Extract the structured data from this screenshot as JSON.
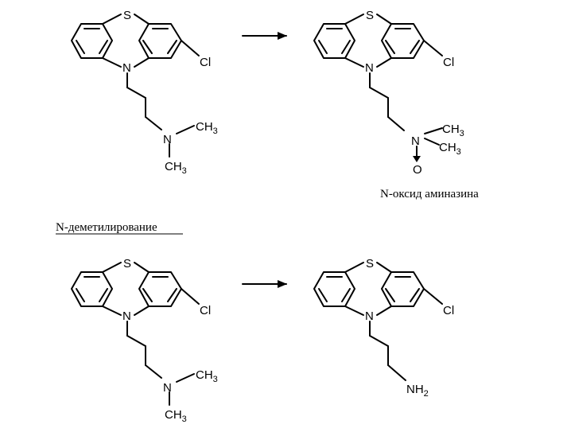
{
  "atoms": {
    "sulfur": "S",
    "nitrogen": "N",
    "chlorine": "Cl",
    "oxygen": "O",
    "methyl": "CH",
    "methyl_sub": "3",
    "amine": "NH",
    "amine_sub": "2"
  },
  "captions": {
    "n_oxide": "N-оксид аминазина",
    "n_demethylation": "N-деметилирование"
  },
  "arrow_icon": "right-arrow-icon"
}
